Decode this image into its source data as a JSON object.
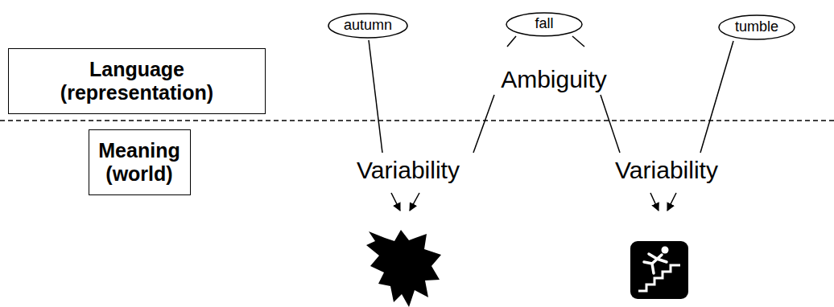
{
  "diagram": {
    "nodes": [
      {
        "text": [
          "autumn"
        ]
      },
      {
        "text": [
          "fall"
        ]
      },
      {
        "text": [
          "tumble"
        ]
      },
      {
        "text": [
          "Language (representation)"
        ]
      },
      {
        "text": [
          "Meaning (world)"
        ]
      }
    ],
    "labels": [
      "Ambiguity",
      "Variability",
      "Variability"
    ]
  }
}
